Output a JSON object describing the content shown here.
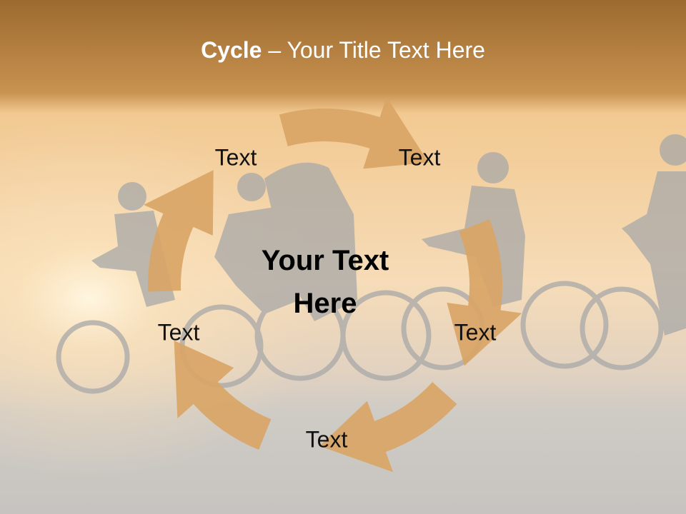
{
  "slide": {
    "title_bold": "Cycle",
    "title_rest": " – Your Title Text Here",
    "center_line1": "Your Text",
    "center_line2": "Here"
  },
  "cycle": {
    "labels": [
      "Text",
      "Text",
      "Text",
      "Text",
      "Text"
    ]
  },
  "colors": {
    "arrow": "#d9a566",
    "header": "#b07a36",
    "sky": "#f3c98f",
    "ground": "#c8c5c0",
    "silhouette": "#a9a9a9"
  }
}
